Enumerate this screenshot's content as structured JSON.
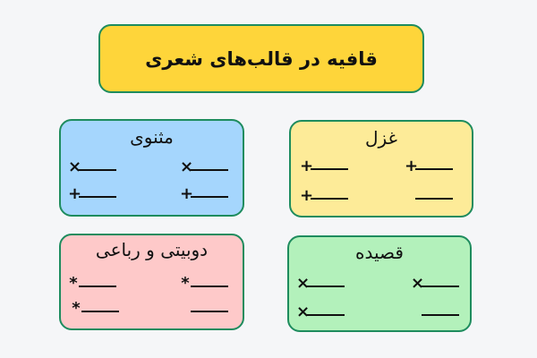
{
  "title": "قافیه در قالب‌های شعری",
  "colors": {
    "background": "#f5f6f8",
    "border": "#1e8c5e",
    "title": "#fed53a",
    "masnavi": "#a5d6fd",
    "ghazal": "#fdeb98",
    "dobeyti": "#fec9c9",
    "qasideh": "#b3f1bb"
  },
  "cards": {
    "masnavi": {
      "title": "مثنوی",
      "slots": [
        {
          "mark": "×"
        },
        {
          "mark": "×"
        },
        {
          "mark": "+"
        },
        {
          "mark": "+"
        }
      ]
    },
    "ghazal": {
      "title": "غزل",
      "slots": [
        {
          "mark": "+"
        },
        {
          "mark": "+"
        },
        {
          "mark": "+"
        },
        {
          "mark": ""
        }
      ]
    },
    "dobeyti": {
      "title": "دوبیتی و رباعی",
      "slots": [
        {
          "mark": "*"
        },
        {
          "mark": "*"
        },
        {
          "mark": "*"
        },
        {
          "mark": ""
        }
      ]
    },
    "qasideh": {
      "title": "قصیده",
      "slots": [
        {
          "mark": "×"
        },
        {
          "mark": "×"
        },
        {
          "mark": "×"
        },
        {
          "mark": ""
        }
      ]
    }
  }
}
